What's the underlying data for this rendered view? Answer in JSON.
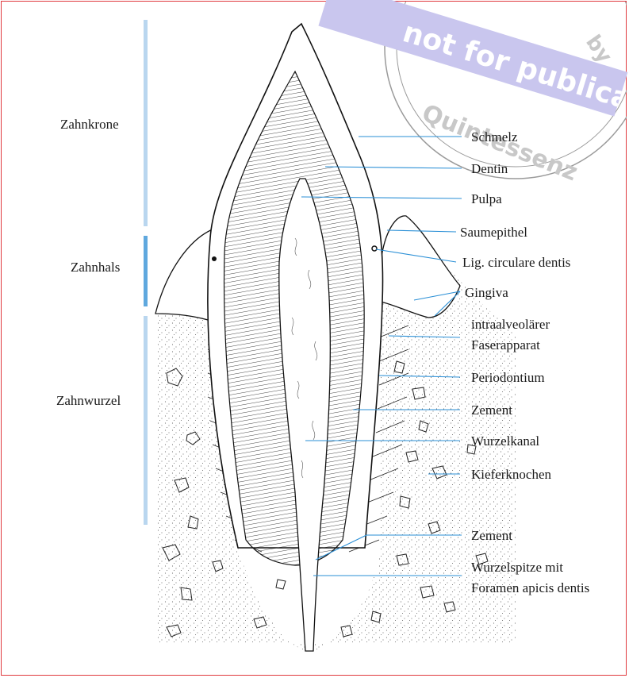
{
  "regions": {
    "crown": "Zahnkrone",
    "neck": "Zahnhals",
    "root": "Zahnwurzel"
  },
  "labels": {
    "schmelz": "Schmelz",
    "dentin": "Dentin",
    "pulpa": "Pulpa",
    "saumepithel": "Saumepithel",
    "lig": "Lig. circulare dentis",
    "gingiva": "Gingiva",
    "faser1": "intraalveolärer",
    "faser2": "Faserapparat",
    "periodontium": "Periodontium",
    "zement1": "Zement",
    "wurzelkanal": "Wurzelkanal",
    "kiefer": "Kieferknochen",
    "zement2": "Zement",
    "spitze1": "Wurzelspitze mit",
    "spitze2": "Foramen apicis dentis"
  },
  "watermark": {
    "banner": "not for publication",
    "seal": "Quintessenz",
    "seal_top": "by"
  },
  "colors": {
    "leader": "#2a8fd6",
    "region_bar_light": "#b9d6ef",
    "region_bar_dark": "#5fa8de",
    "banner": "#c9c6ee",
    "frame": "#e0393e"
  }
}
